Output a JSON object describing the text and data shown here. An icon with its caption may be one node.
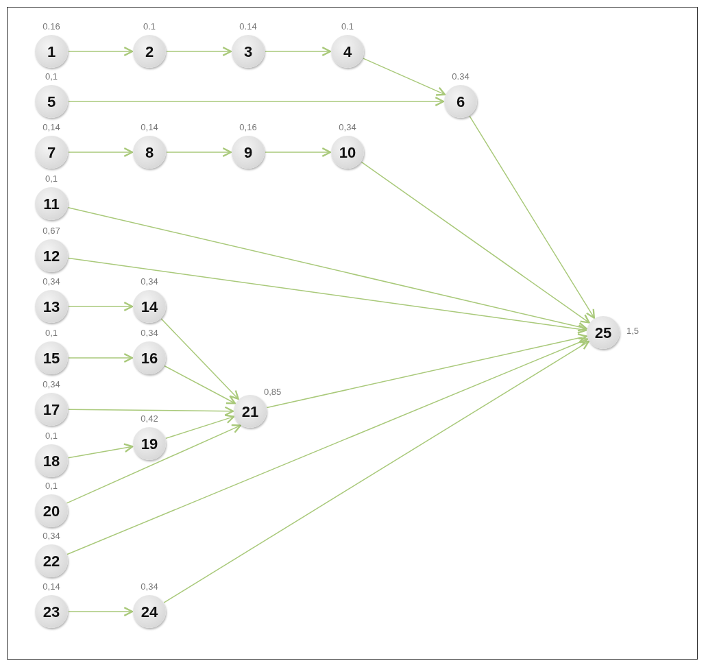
{
  "diagram": {
    "nodes": [
      {
        "text": [
          "1"
        ],
        "beside": [
          "0.16"
        ]
      },
      {
        "text": [
          "2"
        ],
        "beside": [
          "0.1"
        ]
      },
      {
        "text": [
          "3"
        ],
        "beside": [
          "0.14"
        ]
      },
      {
        "text": [
          "4"
        ],
        "beside": [
          "0.1"
        ]
      },
      {
        "text": [
          "5"
        ],
        "beside": [
          "0,1"
        ]
      },
      {
        "text": [
          "6"
        ],
        "beside": [
          "0.34"
        ]
      },
      {
        "text": [
          "7"
        ],
        "beside": [
          "0,14"
        ]
      },
      {
        "text": [
          "8"
        ],
        "beside": [
          "0,14"
        ]
      },
      {
        "text": [
          "9"
        ],
        "beside": [
          "0,16"
        ]
      },
      {
        "text": [
          "10"
        ],
        "beside": [
          "0,34"
        ]
      },
      {
        "text": [
          "11"
        ],
        "beside": [
          "0,1"
        ]
      },
      {
        "text": [
          "12"
        ],
        "beside": [
          "0,67"
        ]
      },
      {
        "text": [
          "13"
        ],
        "beside": [
          "0,34"
        ]
      },
      {
        "text": [
          "14"
        ],
        "beside": [
          "0,34"
        ]
      },
      {
        "text": [
          "15"
        ],
        "beside": [
          "0,1"
        ]
      },
      {
        "text": [
          "16"
        ],
        "beside": [
          "0,34"
        ]
      },
      {
        "text": [
          "17"
        ],
        "beside": [
          "0,34"
        ]
      },
      {
        "text": [
          "18"
        ],
        "beside": [
          "0,1"
        ]
      },
      {
        "text": [
          "19"
        ],
        "beside": [
          "0,42"
        ]
      },
      {
        "text": [
          "20"
        ],
        "beside": [
          "0,1"
        ]
      },
      {
        "text": [
          "21"
        ],
        "beside": [
          "0,85"
        ]
      },
      {
        "text": [
          "22"
        ],
        "beside": [
          "0,34"
        ]
      },
      {
        "text": [
          "23"
        ],
        "beside": [
          "0,14"
        ]
      },
      {
        "text": [
          "24"
        ],
        "beside": [
          "0,34"
        ]
      },
      {
        "text": [
          "25"
        ],
        "beside": [
          "1,5"
        ]
      }
    ],
    "edges": [
      {
        "from": 0,
        "to": 1,
        "arrow": "to"
      },
      {
        "from": 1,
        "to": 2,
        "arrow": "to"
      },
      {
        "from": 2,
        "to": 3,
        "arrow": "to"
      },
      {
        "from": 3,
        "to": 5,
        "arrow": "to"
      },
      {
        "from": 4,
        "to": 5,
        "arrow": "to"
      },
      {
        "from": 5,
        "to": 24,
        "arrow": "to"
      },
      {
        "from": 6,
        "to": 7,
        "arrow": "to"
      },
      {
        "from": 7,
        "to": 8,
        "arrow": "to"
      },
      {
        "from": 8,
        "to": 9,
        "arrow": "to"
      },
      {
        "from": 9,
        "to": 24,
        "arrow": "to"
      },
      {
        "from": 10,
        "to": 24,
        "arrow": "to"
      },
      {
        "from": 11,
        "to": 24,
        "arrow": "to"
      },
      {
        "from": 12,
        "to": 13,
        "arrow": "to"
      },
      {
        "from": 13,
        "to": 20,
        "arrow": "to"
      },
      {
        "from": 14,
        "to": 15,
        "arrow": "to"
      },
      {
        "from": 15,
        "to": 20,
        "arrow": "to"
      },
      {
        "from": 16,
        "to": 20,
        "arrow": "to"
      },
      {
        "from": 17,
        "to": 18,
        "arrow": "to"
      },
      {
        "from": 18,
        "to": 20,
        "arrow": "to"
      },
      {
        "from": 19,
        "to": 20,
        "arrow": "to"
      },
      {
        "from": 20,
        "to": 24,
        "arrow": "to"
      },
      {
        "from": 21,
        "to": 24,
        "arrow": "to"
      },
      {
        "from": 22,
        "to": 23,
        "arrow": "to"
      },
      {
        "from": 23,
        "to": 24,
        "arrow": "to"
      }
    ]
  }
}
